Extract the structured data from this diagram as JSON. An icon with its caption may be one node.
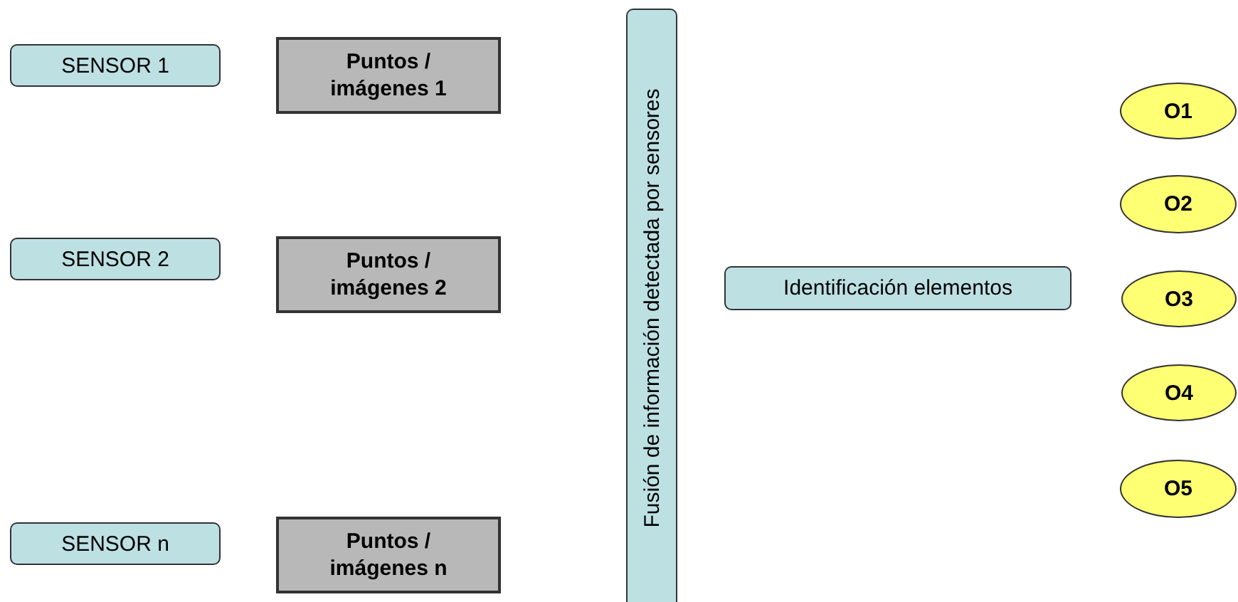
{
  "diagram": {
    "nodes": [
      {
        "text": [
          "SENSOR 1"
        ]
      },
      {
        "text": [
          "Puntos / imágenes 1"
        ]
      },
      {
        "text": [
          "SENSOR 2"
        ]
      },
      {
        "text": [
          "Puntos / imágenes 2"
        ]
      },
      {
        "text": [
          "SENSOR n"
        ]
      },
      {
        "text": [
          "Puntos / imágenes n"
        ]
      },
      {
        "text": [
          "Fusión de información detectada por sensores"
        ]
      },
      {
        "text": [
          "Identificación elementos"
        ]
      },
      {
        "text": [
          "O1"
        ]
      },
      {
        "text": [
          "O2"
        ]
      },
      {
        "text": [
          "O3"
        ]
      },
      {
        "text": [
          "O4"
        ]
      },
      {
        "text": [
          "O5"
        ]
      }
    ]
  }
}
